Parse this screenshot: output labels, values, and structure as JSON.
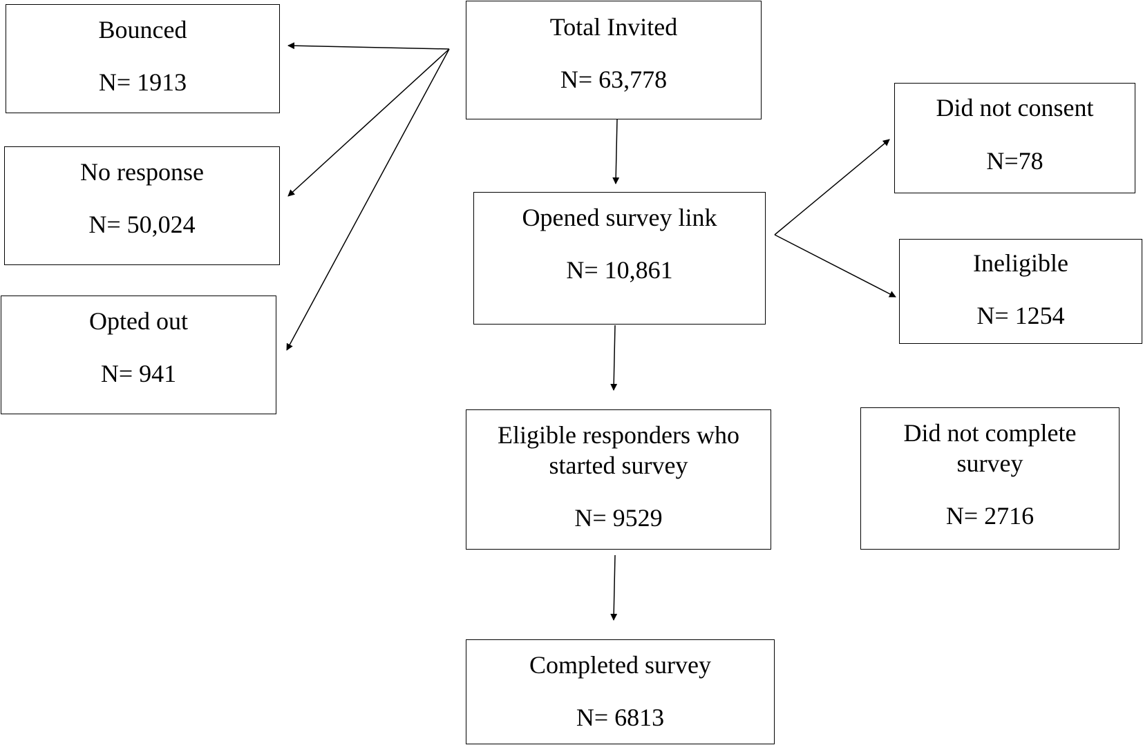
{
  "flow": {
    "total_invited": {
      "label": "Total Invited",
      "count": "N= 63,778"
    },
    "bounced": {
      "label": "Bounced",
      "count": "N= 1913"
    },
    "no_response": {
      "label": "No response",
      "count": "N= 50,024"
    },
    "opted_out": {
      "label": "Opted out",
      "count": "N= 941"
    },
    "opened_link": {
      "label": "Opened survey link",
      "count": "N= 10,861"
    },
    "did_not_consent": {
      "label": "Did not consent",
      "count": "N=78"
    },
    "ineligible": {
      "label": "Ineligible",
      "count": "N= 1254"
    },
    "eligible_started": {
      "label_line1": "Eligible responders who",
      "label_line2": "started survey",
      "count": "N= 9529"
    },
    "did_not_complete": {
      "label_line1": "Did not complete",
      "label_line2": "survey",
      "count": "N= 2716"
    },
    "completed": {
      "label": "Completed survey",
      "count": "N= 6813"
    }
  },
  "colors": {
    "stroke": "#000000",
    "background": "#ffffff"
  }
}
